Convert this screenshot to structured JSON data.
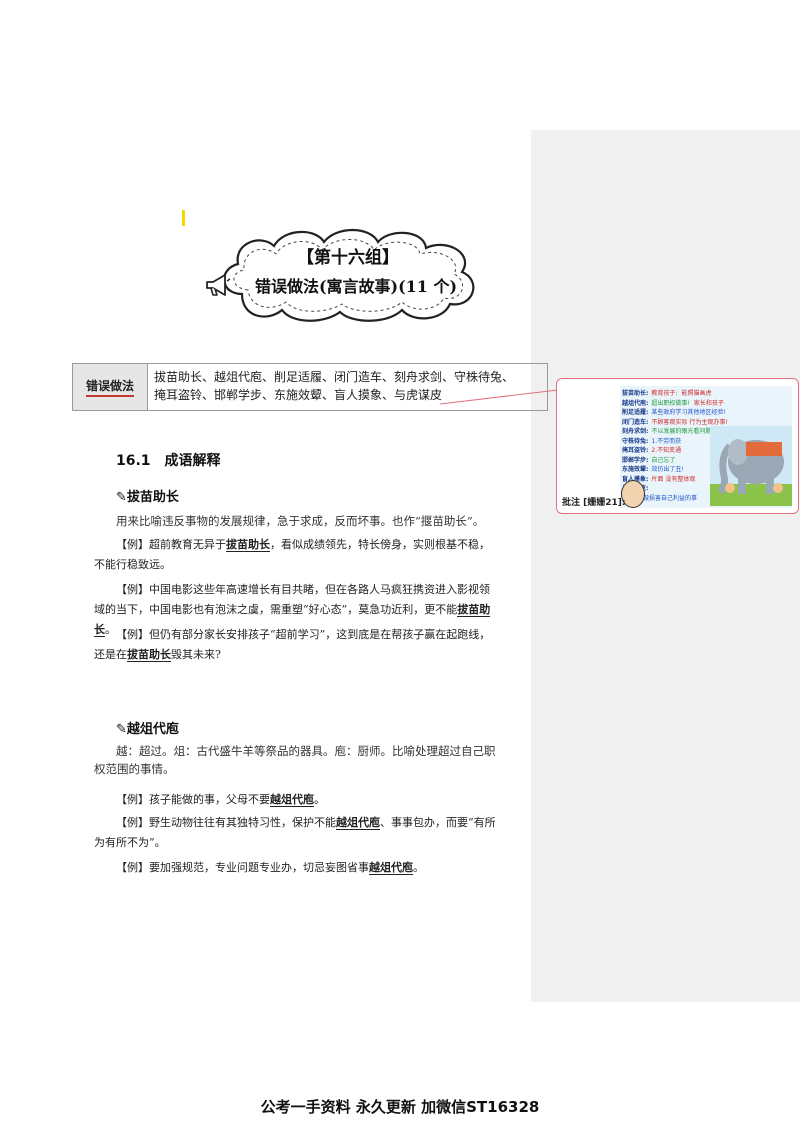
{
  "title": {
    "line1": "【第十六组】",
    "line2": "错误做法(寓言故事)(11 个)"
  },
  "table": {
    "header": "错误做法",
    "line1": "拔苗助长、越俎代庖、削足适履、闭门造车、刻舟求剑、守株待兔、",
    "line2": "掩耳盗铃、邯郸学步、东施效颦、盲人摸象、与虎谋皮"
  },
  "comment": {
    "label": "批注 [姗姗21]:",
    "image_rows": [
      {
        "key": "拔苗助长:",
        "val": "教育孩子:",
        "val2": "能照猫画虎"
      },
      {
        "key": "越俎代庖:",
        "val": "超出职权做事!",
        "val2": "家长和孩子"
      },
      {
        "key": "削足适履:",
        "val": "某些政府学习其他地区经验!"
      },
      {
        "key": "闭门造车:",
        "val": "不顾客观实际  行为主观办事!"
      },
      {
        "key": "刻舟求剑:",
        "val": "不以发展的眼光看问题"
      },
      {
        "key": "守株待兔:",
        "val": "1.不劳而获"
      },
      {
        "key": "掩耳盗铃:",
        "val": "2.不知变通"
      },
      {
        "key": "邯郸学步:",
        "val": "自己忘了"
      },
      {
        "key": "东施效颦:",
        "val": "效仿出了丑!"
      },
      {
        "key": "盲人摸象:",
        "val": "片面  没有整体观"
      },
      {
        "key": "与虎谋皮:",
        "val": ""
      },
      {
        "key": "",
        "val": "让别人做损害自己利益的事"
      }
    ]
  },
  "section": {
    "number": "16.1",
    "title": "成语解释"
  },
  "idioms": [
    {
      "icon": "✎",
      "name": "拔苗助长",
      "definition": "用来比喻违反事物的发展规律，急于求成，反而坏事。也作“揠苗助长”。",
      "examples": [
        {
          "pre": "【例】超前教育无异于",
          "term": "拔苗助长",
          "post": "，看似成绩领先，特长傍身，实则根基不稳，不能行稳致远。"
        },
        {
          "pre": "【例】中国电影这些年高速增长有目共睹，但在各路人马疯狂携资进入影视领域的当下，中国电影也有泡沫之虞，需重塑“好心态”，莫急功近利，更不能",
          "term": "拔苗助长",
          "post": "。"
        },
        {
          "pre": "【例】但仍有部分家长安排孩子“超前学习”，这到底是在帮孩子赢在起跑线，还是在",
          "term": "拔苗助长",
          "post": "毁其未来?"
        }
      ]
    },
    {
      "icon": "✎",
      "name": "越俎代庖",
      "definition": "越：超过。俎：古代盛牛羊等祭品的器具。庖：厨师。比喻处理超过自己职权范围的事情。",
      "examples": [
        {
          "pre": "【例】孩子能做的事，父母不要",
          "term": "越俎代庖",
          "post": "。"
        },
        {
          "pre": "【例】野生动物往往有其独特习性，保护不能",
          "term": "越俎代庖",
          "post": "、事事包办，而要“有所为有所不为”。"
        },
        {
          "pre": "【例】要加强规范，专业问题专业办，切忌妄图省事",
          "term": "越俎代庖",
          "post": "。"
        }
      ]
    }
  ],
  "footer": "公考一手资料 永久更新 加微信ST16328",
  "colors": {
    "accent_red": "#c0392b",
    "comment_border": "#e07080",
    "sidebar": "#f0f0f0"
  }
}
